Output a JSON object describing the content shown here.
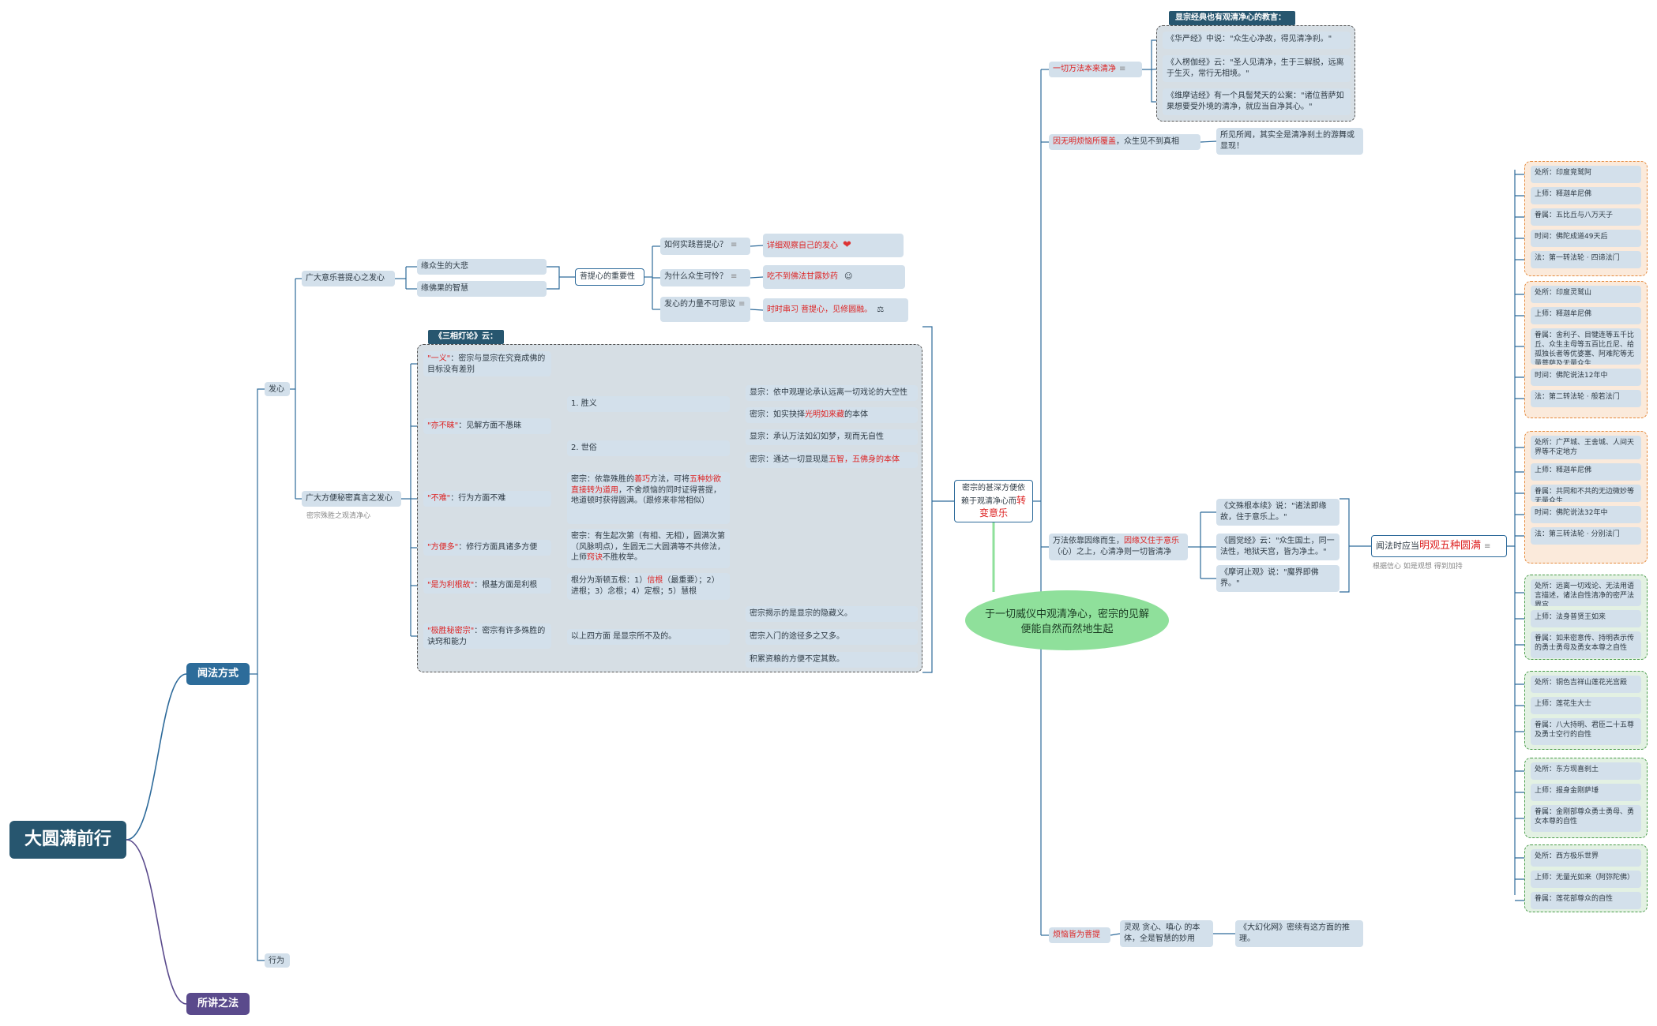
{
  "root": "大圆满前行",
  "branches": {
    "wenfa": "闻法方式",
    "suojiang": "所讲之法",
    "faxin": "发心",
    "xingwei": "行为"
  },
  "left": {
    "guangda": "广大意乐菩提心之发心",
    "guangda_fangbian": "广大方便秘密真言之发心",
    "guangda_fangbian_note": "密宗殊胜之观清净心",
    "duizhong": "缘众生的大悲",
    "yuanfo": "缘佛果的智慧",
    "zhongyao": "菩提心的重要性",
    "q1": "如何实践菩提心？",
    "q1_ans": "详细观察自己的发心",
    "q2": "为什么众生可怜？",
    "q2_ans": "吃不到佛法甘露妙药",
    "q3": "发心的力量不可思议",
    "q3_ans": "时时串习 菩提心，见修圆融。"
  },
  "sanxiang": {
    "tag": "《三相灯论》云：",
    "yiyi_key": "\"一义\"",
    "yiyi_rest": "：密宗与显宗在究竟成佛的目标没有差别",
    "yibumei_key": "\"亦不昧\"",
    "yibumei_rest": "：见解方面不愚昧",
    "shengyi": "1. 胜义",
    "shisu": "2. 世俗",
    "sy1": "显宗：依中观理论承认远离一切戏论的大空性",
    "sy2_a": "密宗：如实抉择",
    "sy2_b": "光明如来藏",
    "sy2_c": "的本体",
    "ss1": "显宗：承认万法如幻如梦，现而无自性",
    "ss2_a": "密宗：通达一切显现是",
    "ss2_b": "五智，五佛身的本体",
    "bunan_key": "\"不难\"",
    "bunan_rest": "：行为方面不难",
    "bunan_detail_a": "密宗：依靠殊胜的",
    "bunan_detail_b": "善巧",
    "bunan_detail_c": "方法，可将",
    "bunan_detail_d": "五种妙欲直接转为道用",
    "bunan_detail_e": "，不舍烦恼的同时证得菩提，地道顿时获得圆满。（跟修来非常相似）",
    "fangbian_key": "\"方便多\"",
    "fangbian_rest": "：修行方面具诸多方便",
    "fangbian_detail_a": "密宗：有生起次第（有相、无相），圆满次第（风脉明点），生圆无二大圆满等不共修法，上师",
    "fangbian_detail_b": "窍诀",
    "fangbian_detail_c": "不胜枚举。",
    "ligen_key": "\"是为利根故\"",
    "ligen_rest": "：根基方面是利根",
    "ligen_detail_a": "根分为渐顿五根：1）",
    "ligen_detail_b": "信根",
    "ligen_detail_c": "（最重要）；2）进根；3）念根；4）定根；5）慧根",
    "jisheng_key": "\"极胜秘密宗\"",
    "jisheng_rest": "：密宗有许多殊胜的诀窍和能力",
    "jisheng_mid": "以上四方面 是显宗所不及的。",
    "js1": "密宗揭示的是显宗的隐藏义。",
    "js2": "密宗入门的途径多之又多。",
    "js3": "积累资粮的方便不定其数。"
  },
  "center": {
    "mizong_a": "密宗的甚深方便依赖于观清净心而",
    "mizong_b": "转变意乐",
    "bubble": "于一切威仪中观清净心，密宗的见解便能自然而然地生起"
  },
  "right": {
    "qingjing": "一切万法本来清净",
    "qingjing_tag": "显宗经典也有观清净心的教言：",
    "q_quote1": "《华严经》中说：\"众生心净故，得见清净刹。\"",
    "q_quote2": "《入楞伽经》云：\"圣人见清净，生于三解脱，远离于生灭，常行无相境。\"",
    "q_quote3": "《维摩诘经》有一个具髻梵天的公案：\"诸位菩萨如果想要受外境的清净，就应当自净其心。\"",
    "wuming_a": "因无明烦恼",
    "wuming_b": "所覆盖",
    "wuming_c": "，众生见不到真相",
    "wuming_ans": "所见所闻，其实全是清净刹土的游舞或显现！",
    "fangfa_a": "万法依靠因缘而生，",
    "fangfa_b": "因缘又住于意乐",
    "fangfa_c": "（心）之上，心清净则一切皆清净",
    "wenshu": "《文殊根本续》说：\"诸法即缘故，住于意乐上。\"",
    "yuanjue": "《圆觉经》云：\"众生国土，同一法性，地狱天宫，皆为净土。\"",
    "mohe": "《摩诃止观》说：\"魔界即佛界。\"",
    "wenfa_a": "闻法时应当",
    "wenfa_b": "明观五种圆满",
    "wenfa_note": "根据信心 如是观想 得到加持",
    "fannao": "烦恼皆为菩提",
    "fannao_mid": "灵观 贪心、嗔心 的本体，全是智慧的妙用",
    "fannao_ans": "《大幻化网》密续有这方面的推理。"
  },
  "groups": [
    {
      "color": "orange",
      "items": [
        "处所：印度竞鹫阿",
        "上师：释迦牟尼佛",
        "眷属：五比丘与八万天子",
        "时间：佛陀成道49天后",
        "法：第一转法轮 · 四谛法门"
      ]
    },
    {
      "color": "orange",
      "items": [
        "处所：印度灵鹫山",
        "上师：释迦牟尼佛",
        "眷属：舍利子、目犍连等五千比丘、众生主母等五百比丘尼、给孤独长者等优婆塞、阿难陀等无量菩萨及无量众生",
        "时间：佛陀说法12年中",
        "法：第二转法轮 · 般若法门"
      ]
    },
    {
      "color": "orange",
      "items": [
        "处所：广严城、王舍城、人间天界等不定地方",
        "上师：释迦牟尼佛",
        "眷属：共同和不共的无边微妙等无量众生",
        "时间：佛陀说法32年中",
        "法：第三转法轮 · 分别法门"
      ]
    },
    {
      "color": "green",
      "items": [
        "处所：远离一切戏论、无法用语言描述，诸法自性清净的密严法界宫",
        "上师：法身普贤王如来",
        "眷属：如来密意传、持明表示传的勇士勇母及勇女本尊之自性"
      ]
    },
    {
      "color": "green",
      "items": [
        "处所：铜色吉祥山莲花光宫殿",
        "上师：莲花生大士",
        "眷属：八大持明、君臣二十五尊及勇士空行的自性"
      ]
    },
    {
      "color": "green",
      "items": [
        "处所：东方现喜刹土",
        "上师：报身金刚萨埵",
        "眷属：金刚部尊众勇士勇母、勇女本尊的自性"
      ]
    },
    {
      "color": "green",
      "items": [
        "处所：西方极乐世界",
        "上师：无量光如来（阿弥陀佛）",
        "眷属：莲花部尊众的自性"
      ]
    }
  ],
  "icons": {
    "heart": "heart-icon",
    "smile": "smile-face-icon",
    "scale": "scale-icon",
    "note": "note-icon"
  }
}
